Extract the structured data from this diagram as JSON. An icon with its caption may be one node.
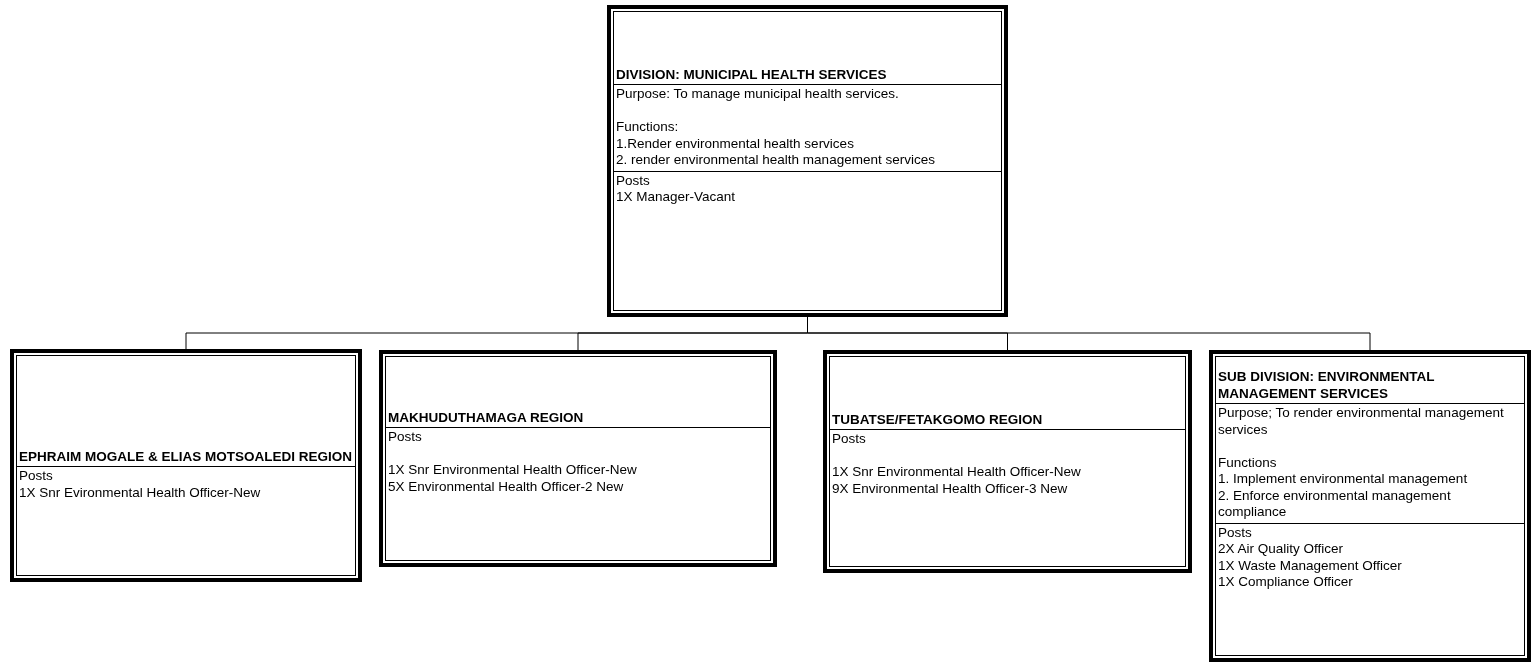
{
  "diagram": {
    "nodes": [
      {
        "text": [
          "DIVISION: MUNICIPAL HEALTH SERVICES",
          "Purpose: To manage municipal health services.",
          "Functions:",
          "1.Render environmental health services",
          "2. render environmental health management services",
          "Posts",
          "1X Manager-Vacant"
        ]
      },
      {
        "text": [
          "EPHRAIM MOGALE & ELIAS MOTSOALEDI REGION",
          "Posts",
          "1X Snr Evironmental Health Officer-New"
        ]
      },
      {
        "text": [
          "MAKHUDUTHAMAGA REGION",
          "Posts",
          "1X Snr Environmental Health Officer-New",
          "5X Environmental Health Officer-2 New"
        ]
      },
      {
        "text": [
          "TUBATSE/FETAKGOMO REGION",
          "Posts",
          "1X Snr Environmental Health Officer-New",
          "9X Environmental Health Officer-3 New"
        ]
      },
      {
        "text": [
          "SUB DIVISION: ENVIRONMENTAL MANAGEMENT SERVICES",
          "Purpose; To render environmental management services",
          "Functions",
          "1. Implement environmental management",
          "2. Enforce environmental management compliance",
          "Posts",
          "2X Air Quality Officer",
          "1X Waste Management Officer",
          "1X Compliance Officer"
        ]
      }
    ],
    "edges": [
      {
        "from": 0,
        "to": 1,
        "arrow": "none"
      },
      {
        "from": 0,
        "to": 2,
        "arrow": "none"
      },
      {
        "from": 0,
        "to": 3,
        "arrow": "none"
      },
      {
        "from": 0,
        "to": 4,
        "arrow": "none"
      }
    ]
  }
}
